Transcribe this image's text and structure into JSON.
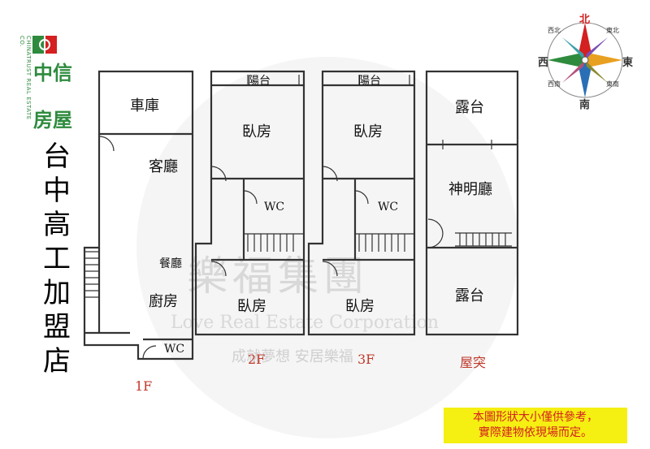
{
  "brand": {
    "name_line1": "中信",
    "name_line2": "房屋",
    "english": "CHINATRUST REAL ESTATE CO.",
    "store_name": "台中高工加盟店",
    "color": "#2e8b3e"
  },
  "compass": {
    "north": "北",
    "south": "南",
    "east": "東",
    "west": "西",
    "northeast": "東北",
    "northwest": "西北",
    "southeast": "東南",
    "southwest": "西南"
  },
  "floors": [
    {
      "label": "1F",
      "rooms": [
        "車庫",
        "客廳",
        "餐廳",
        "廚房",
        "WC"
      ]
    },
    {
      "label": "2F",
      "rooms": [
        "陽台",
        "臥房",
        "WC",
        "臥房"
      ]
    },
    {
      "label": "3F",
      "rooms": [
        "陽台",
        "臥房",
        "WC",
        "臥房"
      ]
    },
    {
      "label": "屋突",
      "rooms": [
        "露台",
        "神明廳",
        "露台"
      ]
    }
  ],
  "watermark": {
    "title": "樂福集團",
    "subtitle": "Love Real Estate Corporation",
    "slogan": "成就夢想 安居樂福"
  },
  "notice": {
    "line1": "本圖形狀大小僅供參考，",
    "line2": "實際建物依現場而定。"
  },
  "colors": {
    "floor_label": "#c0392b",
    "notice_bg": "#f5ef12",
    "notice_text": "#d42020"
  }
}
